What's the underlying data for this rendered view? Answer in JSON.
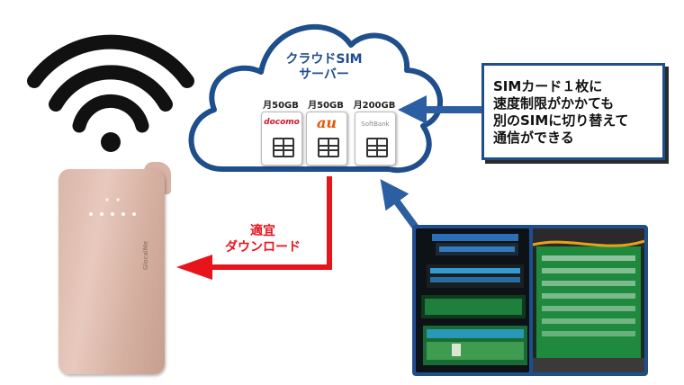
{
  "cloud": {
    "title_line1": "クラウドSIM",
    "title_line2": "サーバー",
    "sims": [
      {
        "plan": "月50GB",
        "carrier": "docomo",
        "carrier_color": "#d7142c"
      },
      {
        "plan": "月50GB",
        "carrier": "au",
        "carrier_color": "#ea5404"
      },
      {
        "plan": "月200GB",
        "carrier": "SoftBank",
        "carrier_color": "#888888"
      }
    ]
  },
  "callout": {
    "lines": [
      "SIMカード１枚に",
      "速度制限がかかても",
      "別のSIMに切り替えて",
      "通信ができる"
    ]
  },
  "download": {
    "line1": "適宜",
    "line2": "ダウンロード"
  },
  "router": {
    "brand": "GlocalMe"
  },
  "colors": {
    "cloud_outline": "#1f4e8c",
    "arrow_blue": "#2b5fa1",
    "arrow_red": "#e8141b",
    "wifi": "#111111"
  }
}
